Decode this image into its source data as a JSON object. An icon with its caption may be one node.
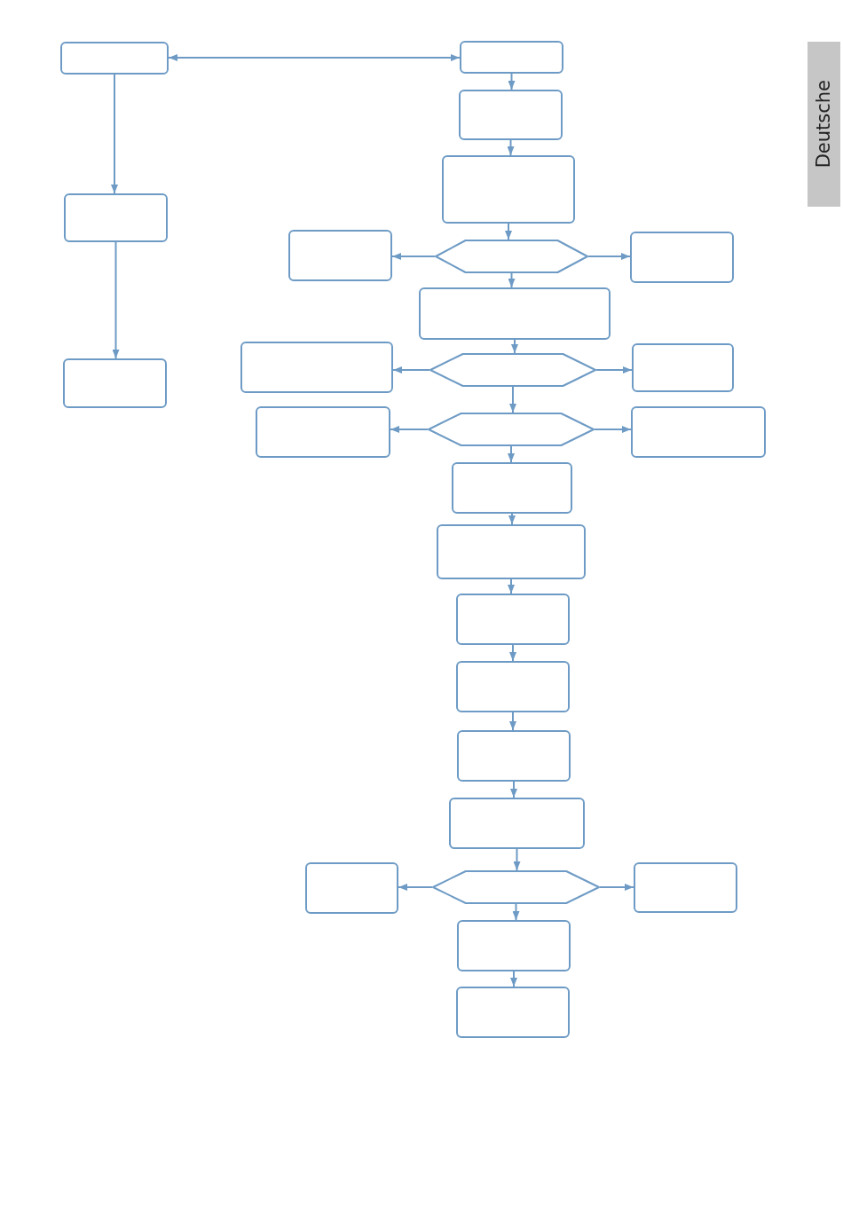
{
  "diagram": {
    "nodes": [
      {
        "text": [],
        "shape": "box"
      },
      {
        "text": [],
        "shape": "box"
      },
      {
        "text": [],
        "shape": "box"
      },
      {
        "text": [],
        "shape": "box"
      },
      {
        "text": [],
        "shape": "box"
      },
      {
        "text": [],
        "shape": "box"
      },
      {
        "text": [],
        "shape": "hexagon"
      },
      {
        "text": [],
        "shape": "box"
      },
      {
        "text": [],
        "shape": "box"
      },
      {
        "text": [],
        "shape": "box"
      },
      {
        "text": [],
        "shape": "box"
      },
      {
        "text": [],
        "shape": "hexagon"
      },
      {
        "text": [],
        "shape": "box"
      },
      {
        "text": [],
        "shape": "box"
      },
      {
        "text": [],
        "shape": "hexagon"
      },
      {
        "text": [],
        "shape": "box"
      },
      {
        "text": [],
        "shape": "box"
      },
      {
        "text": [],
        "shape": "box"
      },
      {
        "text": [],
        "shape": "box"
      },
      {
        "text": [],
        "shape": "box"
      },
      {
        "text": [],
        "shape": "box"
      },
      {
        "text": [],
        "shape": "box"
      },
      {
        "text": [],
        "shape": "box"
      },
      {
        "text": [],
        "shape": "hexagon"
      },
      {
        "text": [],
        "shape": "box"
      },
      {
        "text": [],
        "shape": "box"
      },
      {
        "text": [],
        "shape": "box"
      },
      {
        "text": [
          "Deutsche"
        ]
      }
    ],
    "edges": [
      {
        "from": 0,
        "to": 1,
        "arrow": "both"
      },
      {
        "from": 0,
        "to": 4,
        "arrow": "to"
      },
      {
        "from": 4,
        "to": 9,
        "arrow": "to"
      },
      {
        "from": 1,
        "to": 2,
        "arrow": "to"
      },
      {
        "from": 2,
        "to": 3,
        "arrow": "to"
      },
      {
        "from": 3,
        "to": 6,
        "arrow": "to"
      },
      {
        "from": 6,
        "to": 5,
        "arrow": "to"
      },
      {
        "from": 6,
        "to": 7,
        "arrow": "to"
      },
      {
        "from": 6,
        "to": 8,
        "arrow": "to"
      },
      {
        "from": 8,
        "to": 11,
        "arrow": "to"
      },
      {
        "from": 11,
        "to": 10,
        "arrow": "to"
      },
      {
        "from": 11,
        "to": 12,
        "arrow": "to"
      },
      {
        "from": 11,
        "to": 14,
        "arrow": "to"
      },
      {
        "from": 14,
        "to": 13,
        "arrow": "to"
      },
      {
        "from": 14,
        "to": 15,
        "arrow": "to"
      },
      {
        "from": 14,
        "to": 16,
        "arrow": "to"
      },
      {
        "from": 16,
        "to": 17,
        "arrow": "to"
      },
      {
        "from": 17,
        "to": 18,
        "arrow": "to"
      },
      {
        "from": 18,
        "to": 19,
        "arrow": "to"
      },
      {
        "from": 19,
        "to": 20,
        "arrow": "to"
      },
      {
        "from": 20,
        "to": 21,
        "arrow": "to"
      },
      {
        "from": 21,
        "to": 23,
        "arrow": "to"
      },
      {
        "from": 23,
        "to": 22,
        "arrow": "to"
      },
      {
        "from": 23,
        "to": 24,
        "arrow": "to"
      },
      {
        "from": 23,
        "to": 25,
        "arrow": "to"
      },
      {
        "from": 25,
        "to": 26,
        "arrow": "to"
      }
    ]
  }
}
